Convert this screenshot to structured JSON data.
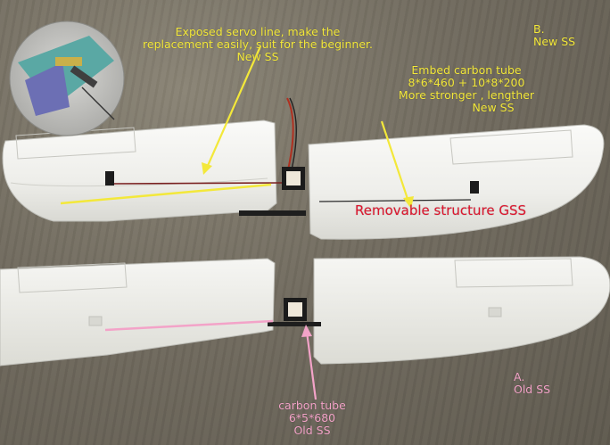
{
  "labels": {
    "servo_line": [
      "Exposed servo line, make the",
      "replacement easily, suit for the beginner.",
      "New SS"
    ],
    "carbon_tube_new": [
      "Embed carbon tube",
      "8*6*460 + 10*8*200",
      "More stronger , lengther",
      "New SS"
    ],
    "version_b": [
      "B.",
      "New SS"
    ],
    "removable_structure": "Removable structure  GSS",
    "version_a": [
      "A.",
      "Old SS"
    ],
    "carbon_tube_old": [
      "carbon tube",
      "6*5*680",
      "Old SS"
    ]
  },
  "colors": {
    "callout_yellow": "#f3e83a",
    "callout_pink": "#f3a3c8",
    "callout_red": "#e0162e",
    "wing_white": "#f2f2f0",
    "table_background": "#716b5f"
  }
}
